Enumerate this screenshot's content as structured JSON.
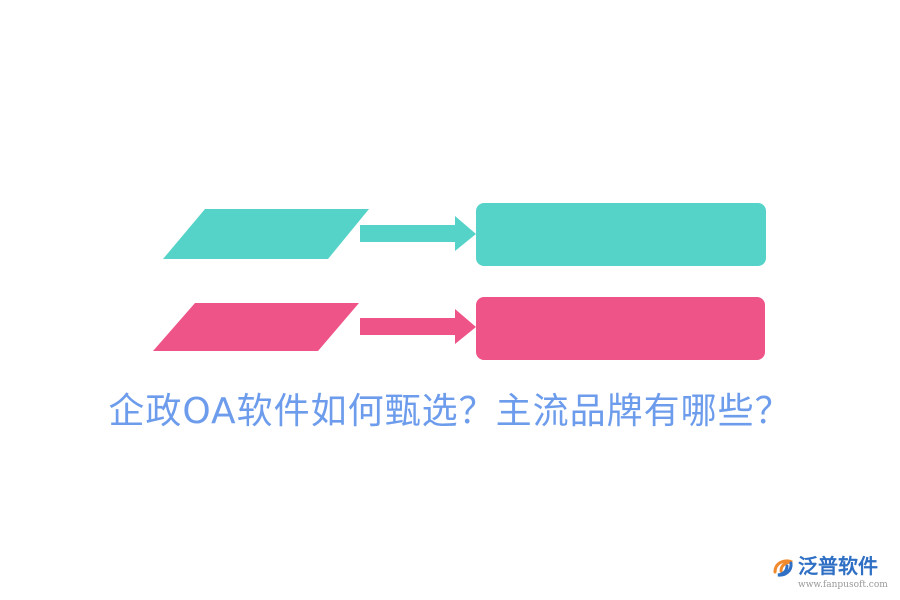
{
  "title": "企政OA软件如何甄选？主流品牌有哪些？",
  "colors": {
    "teal": "#56D3C8",
    "pink": "#EE5487",
    "title_text": "#6C9CEB",
    "logo_orange": "#F08A2C",
    "logo_blue": "#2F6FC4",
    "logo_url": "#999999"
  },
  "logo": {
    "icon": "fanpu-swirl-icon",
    "name": "泛普软件",
    "url": "www.fanpusoft.com"
  }
}
